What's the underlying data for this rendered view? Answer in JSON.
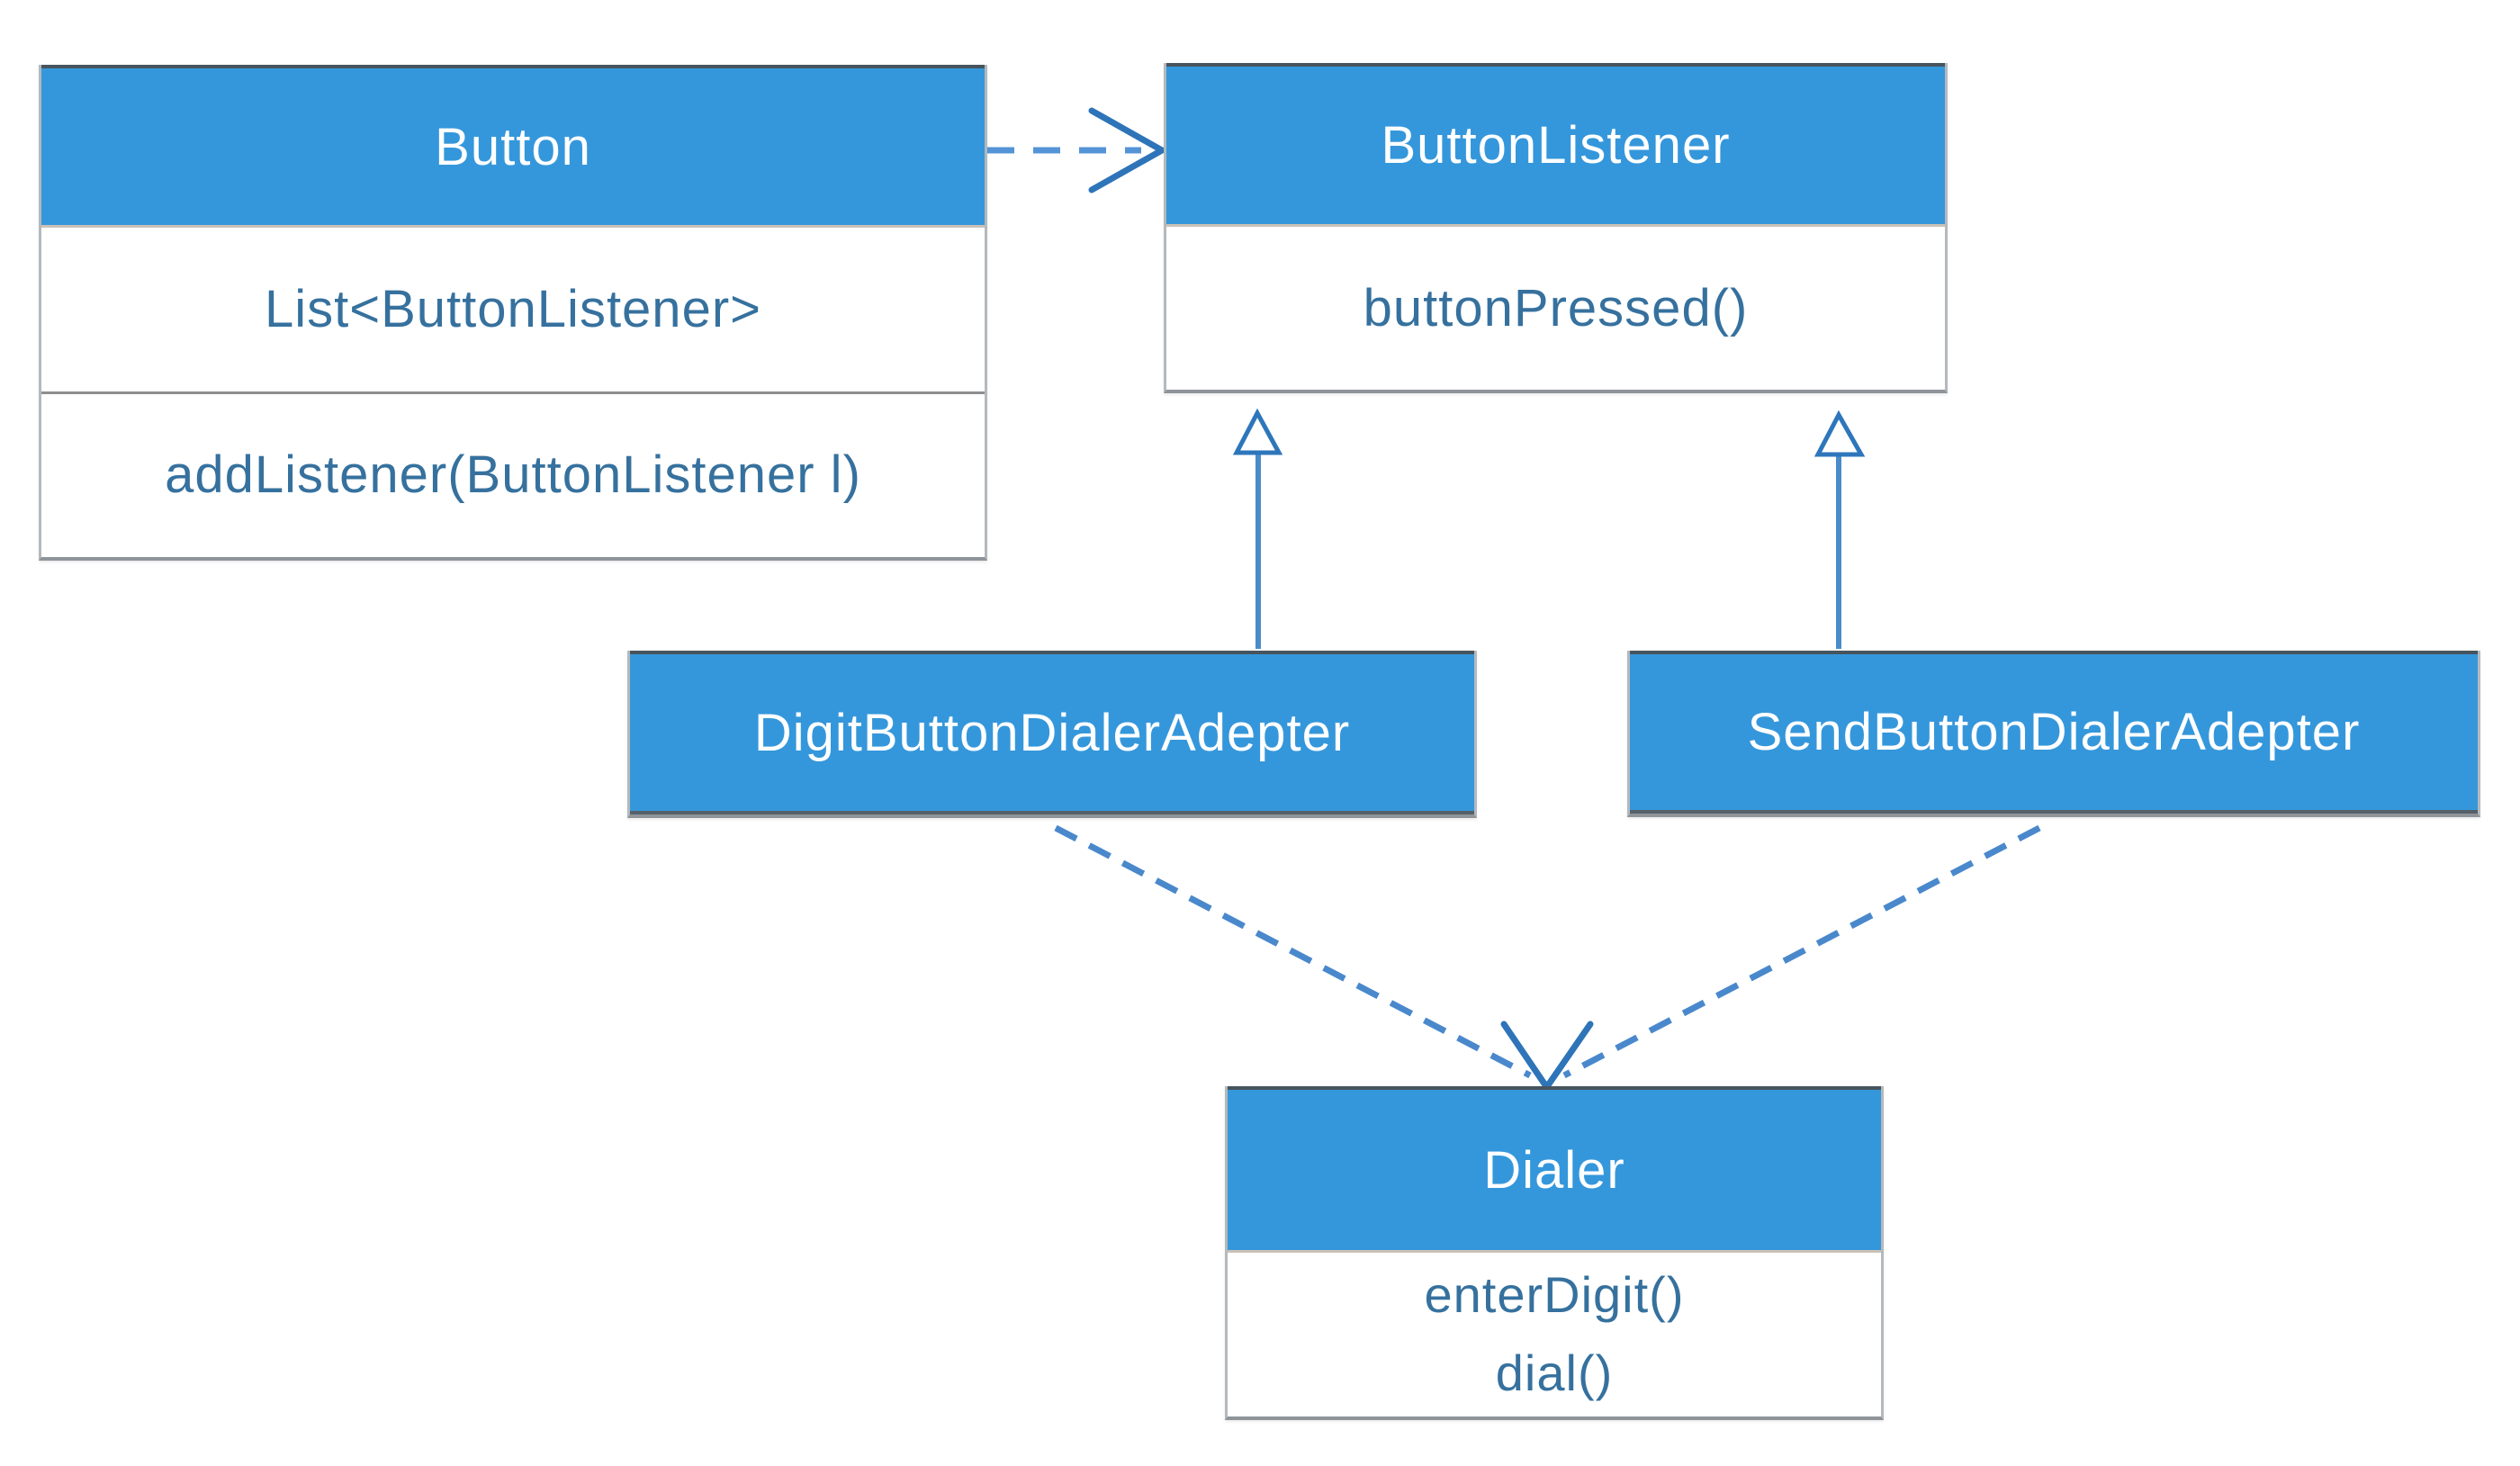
{
  "diagram": {
    "type": "uml-class-diagram",
    "colors": {
      "background": "#ffffff",
      "header_fill": "#3597db",
      "header_text": "#ffffff",
      "member_text": "#36719e",
      "connector": "#2e74b8",
      "connector_dashed": "#4a88cc"
    },
    "classes": [
      {
        "id": "button",
        "name": "Button",
        "attributes": [
          "List<ButtonListener>"
        ],
        "methods": [
          "addListener(ButtonListener l)"
        ]
      },
      {
        "id": "button-listener",
        "name": "ButtonListener",
        "attributes": [],
        "methods": [
          "buttonPressed()"
        ]
      },
      {
        "id": "digit-button-dialer-adepter",
        "name": "DigitButtonDialerAdepter",
        "attributes": [],
        "methods": []
      },
      {
        "id": "send-button-dialer-adepter",
        "name": "SendButtonDialerAdepter",
        "attributes": [],
        "methods": []
      },
      {
        "id": "dialer",
        "name": "Dialer",
        "attributes": [],
        "methods": [
          "enterDigit()",
          "dial()"
        ]
      }
    ],
    "relationships": [
      {
        "from": "Button",
        "to": "ButtonListener",
        "type": "dependency",
        "line": "dashed",
        "arrowhead": "open"
      },
      {
        "from": "DigitButtonDialerAdepter",
        "to": "ButtonListener",
        "type": "realization",
        "line": "solid",
        "arrowhead": "hollow-triangle"
      },
      {
        "from": "SendButtonDialerAdepter",
        "to": "ButtonListener",
        "type": "realization",
        "line": "solid",
        "arrowhead": "hollow-triangle"
      },
      {
        "from": "DigitButtonDialerAdepter",
        "to": "Dialer",
        "type": "dependency",
        "line": "dashed",
        "arrowhead": "open"
      },
      {
        "from": "SendButtonDialerAdepter",
        "to": "Dialer",
        "type": "dependency",
        "line": "dashed",
        "arrowhead": "open"
      }
    ]
  }
}
